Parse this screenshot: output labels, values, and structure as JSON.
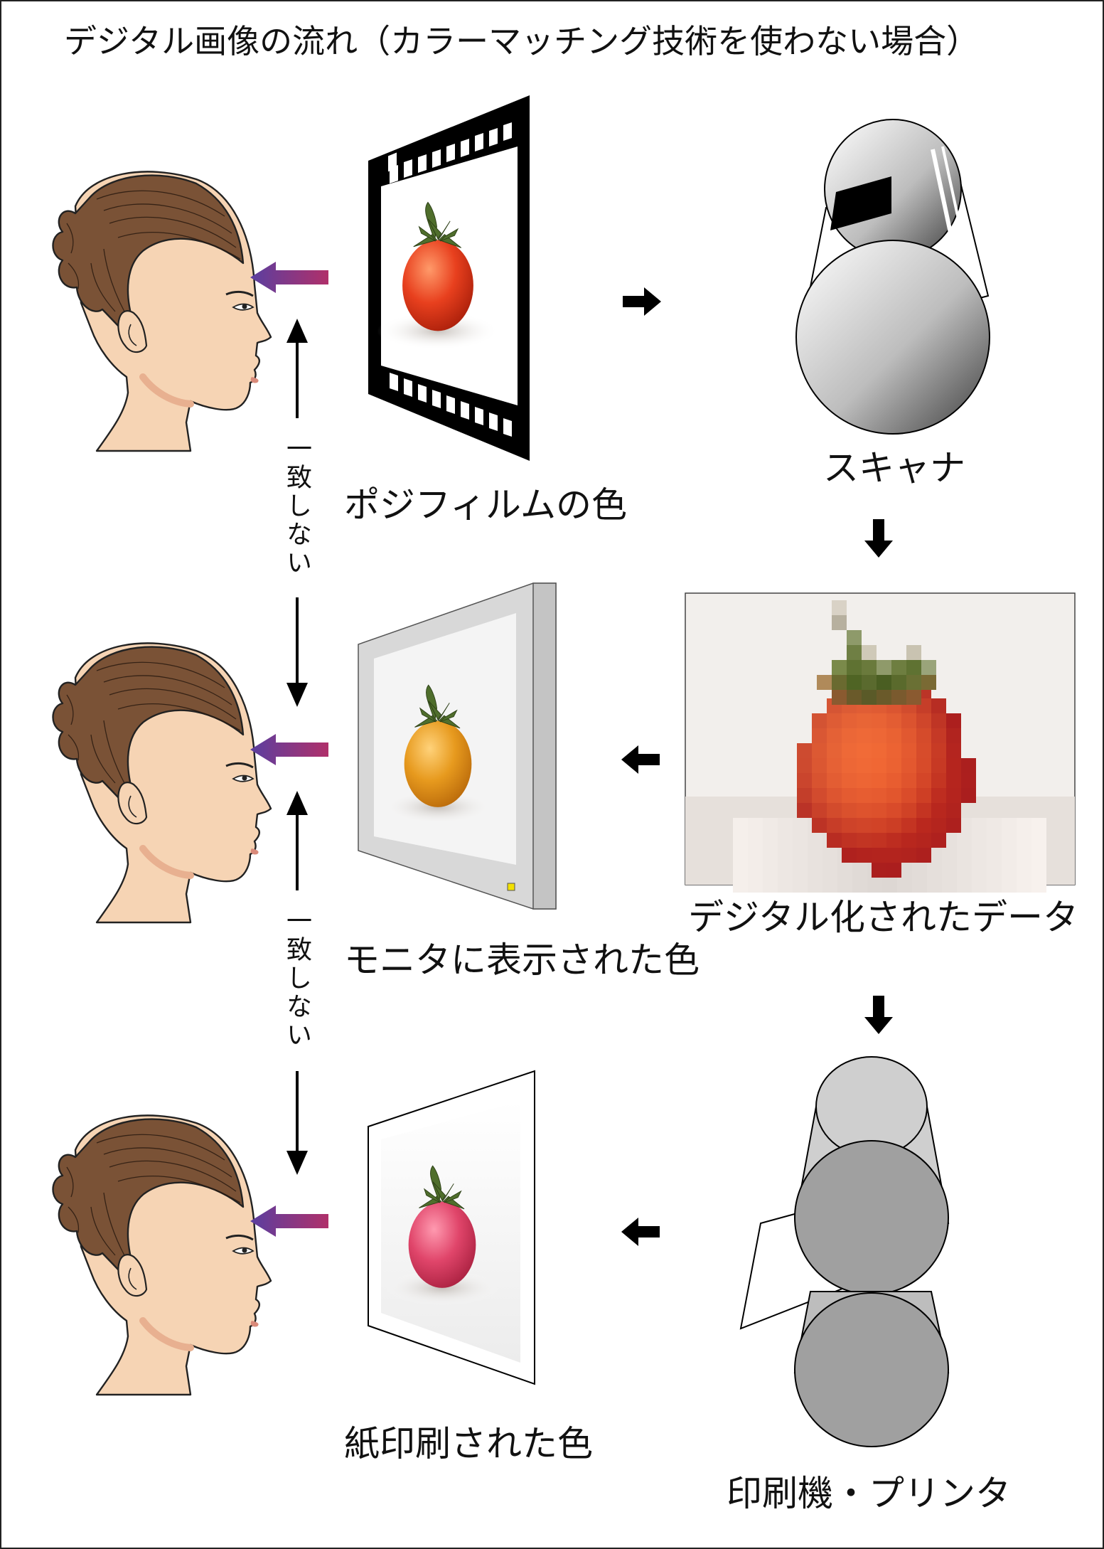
{
  "title": "デジタル画像の流れ（カラーマッチング技術を使わない場合）",
  "labels": {
    "positive_film": "ポジフィルムの色",
    "scanner": "スキャナ",
    "digital_data": "デジタル化されたデータ",
    "monitor": "モニタに表示された色",
    "printed_paper": "紙印刷された色",
    "printer": "印刷機・プリンタ",
    "mismatch_1": "一致しない",
    "mismatch_2": "一致しない"
  },
  "colors": {
    "tomato_film": "#e8401e",
    "tomato_monitor": "#e79a1e",
    "tomato_print": "#e0456a",
    "arrow_gradient_start": "#5a3fa0",
    "arrow_gradient_end": "#b0306a",
    "hair": "#7a5236",
    "skin": "#f6d4b4"
  }
}
